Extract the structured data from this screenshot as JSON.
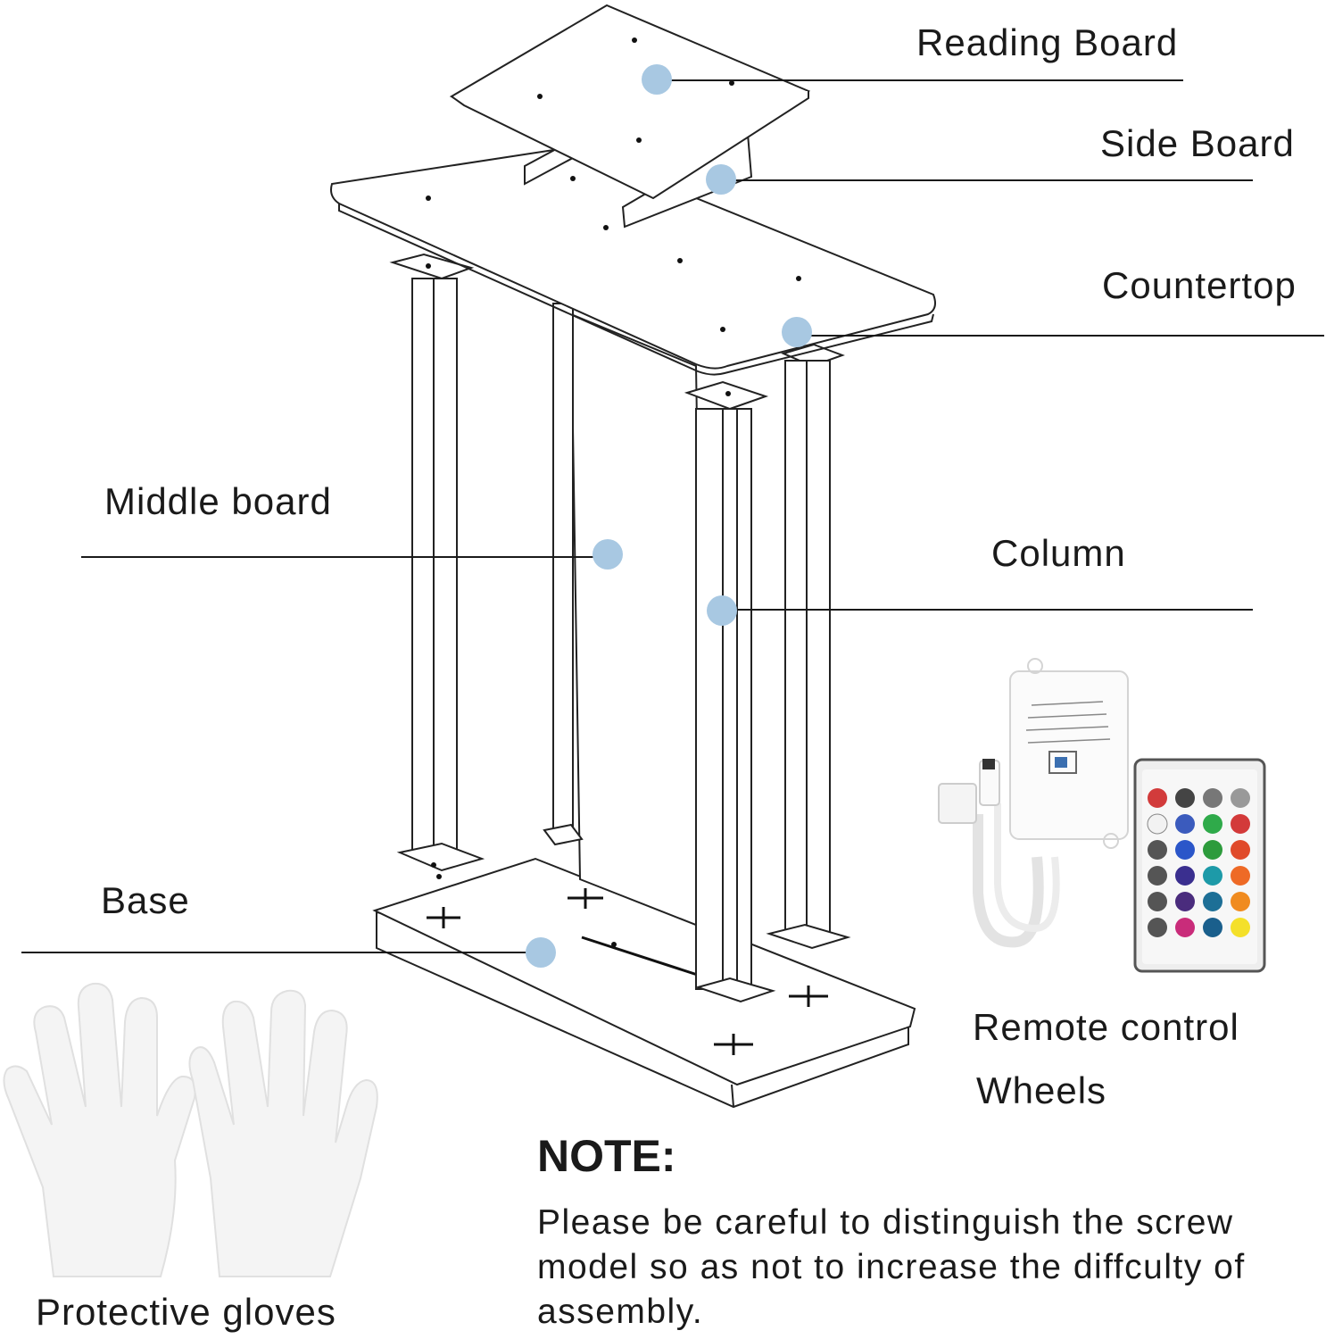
{
  "labels": {
    "reading_board": "Reading Board",
    "side_board": "Side Board",
    "countertop": "Countertop",
    "middle_board": "Middle board",
    "column": "Column",
    "base": "Base",
    "remote_control": "Remote control",
    "wheels": "Wheels",
    "protective_gloves": "Protective gloves"
  },
  "note": {
    "title": "NOTE:",
    "body": "Please be careful to distinguish the screw model so as not to increase the diffculty of assembly."
  },
  "colors": {
    "marker": "#a8c8e2",
    "line": "#1a1a1a"
  }
}
